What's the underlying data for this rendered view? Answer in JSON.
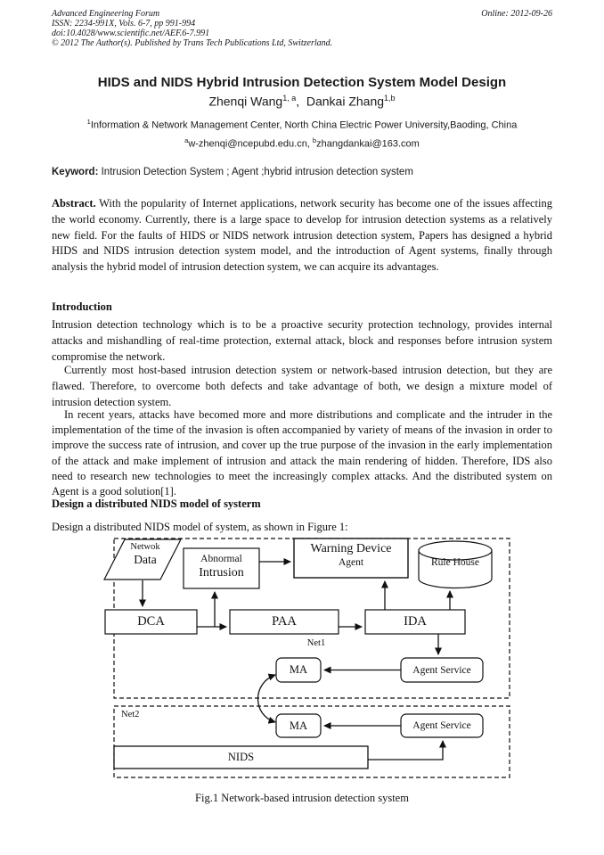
{
  "header": {
    "journal": "Advanced Engineering Forum",
    "issn_line": "ISSN: 2234-991X, Vols. 6-7, pp 991-994",
    "doi_line": "doi:10.4028/www.scientific.net/AEF.6-7.991",
    "copyright_line": "© 2012 The Author(s). Published by Trans Tech Publications Ltd, Switzerland.",
    "online_date": "Online: 2012-09-26"
  },
  "title": "HIDS and NIDS Hybrid Intrusion Detection System Model Design",
  "authors": {
    "name1": "Zhenqi Wang",
    "sup1": "1, a",
    "sep": ",  ",
    "name2": "Dankai Zhang",
    "sup2": "1,b"
  },
  "affiliation": {
    "sup": "1",
    "text": "Information & Network Management Center, North China Electric Power University,Baoding, China"
  },
  "emails": {
    "sup_a": "a",
    "email_a": "w-zhenqi@ncepubd.edu.cn, ",
    "sup_b": "b",
    "email_b": "zhangdankai@163.com"
  },
  "keyword": {
    "label": "Keyword:",
    "text": "Intrusion Detection System ; Agent ;hybrid intrusion detection system"
  },
  "abstract": {
    "label": "Abstract.",
    "text": "With the popularity of Internet applications, network security has become one of the issues affecting the world economy. Currently, there is a large space to develop for intrusion detection systems as a relatively new field. For the faults of HIDS or NIDS network intrusion detection system, Papers has designed a hybrid HIDS and NIDS intrusion detection system model, and the introduction of Agent systems, finally through analysis the hybrid model of intrusion detection system, we can acquire its advantages."
  },
  "sections": {
    "intro_heading": "Introduction",
    "intro_p1": "Intrusion detection technology which is to be a proactive security protection technology, provides internal attacks and mishandling of real-time protection, external attack, block and responses before intrusion system compromise the network.",
    "intro_p2": "Currently most host-based intrusion detection system or network-based intrusion detection, but they are flawed. Therefore, to overcome both defects and take advantage of both, we design a mixture model of intrusion detection system.",
    "intro_p3": "In recent years, attacks have becomed more and more distributions and complicate and the intruder in the implementation of the time of the invasion is often accompanied by variety of means of the invasion in order to improve the success rate of intrusion, and cover up the true purpose of the invasion in the early implementation of the attack and make implement of intrusion and attack the main rendering of hidden. Therefore, IDS also need to research new technologies to meet the increasingly complex attacks. And the distributed system on Agent is a good solution[1].",
    "design_heading": "Design a distributed NIDS model of systerm",
    "design_text": "Design a distributed NIDS model of system, as shown in Figure 1:"
  },
  "figure": {
    "caption": "Fig.1 Network-based intrusion detection system",
    "nodes": {
      "network_data_line1": "Netwok",
      "network_data_line2": "Data",
      "abnormal_line1": "Abnormal",
      "abnormal_line2": "Intrusion",
      "warning_line1": "Warning Device",
      "warning_line2": "Agent",
      "rule_house": "Rule House",
      "dca": "DCA",
      "paa": "PAA",
      "ida": "IDA",
      "net1": "Net1",
      "net2": "Net2",
      "ma1": "MA",
      "agent_service1": "Agent Service",
      "ma2": "MA",
      "agent_service2": "Agent Service",
      "nids": "NIDS"
    },
    "colors": {
      "ink": "#111111",
      "background": "#ffffff"
    }
  }
}
